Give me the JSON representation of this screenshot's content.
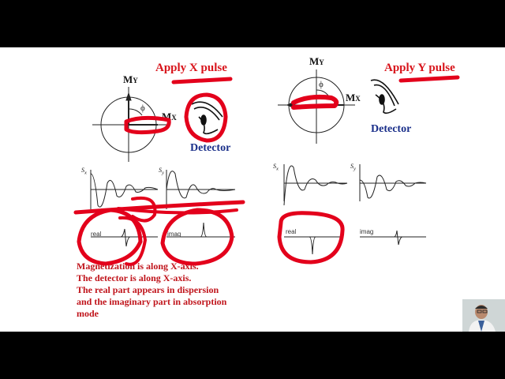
{
  "left": {
    "apply_label": "Apply X pulse",
    "my_main": "M",
    "my_sub": "Y",
    "mx_main": "M",
    "mx_sub": "X",
    "phi": "ϕ",
    "detector": "Detector",
    "sx_main": "S",
    "sx_sub": "x",
    "sy_main": "S",
    "sy_sub": "y",
    "real_label": "real",
    "imag_label": "imag",
    "notes": [
      "Magnetization is along X-axis.",
      "The detector is along X-axis.",
      "The real part appears in dispersion",
      "and the imaginary part in absorption",
      "mode"
    ]
  },
  "right": {
    "apply_label": "Apply Y pulse",
    "my_main": "M",
    "my_sub": "Y",
    "mx_main": "M",
    "mx_sub": "X",
    "phi": "ϕ",
    "detector": "Detector",
    "sx_main": "S",
    "sx_sub": "x",
    "sy_main": "S",
    "sy_sub": "y",
    "real_label": "real",
    "imag_label": "imag"
  },
  "colors": {
    "annotation_red": "#e3001b",
    "label_red": "#d8141b",
    "detector_blue": "#1a2f8a",
    "slide_bg": "#ffffff",
    "frame_bg": "#000000"
  },
  "icons": [
    "eye-icon",
    "presenter-webcam"
  ]
}
